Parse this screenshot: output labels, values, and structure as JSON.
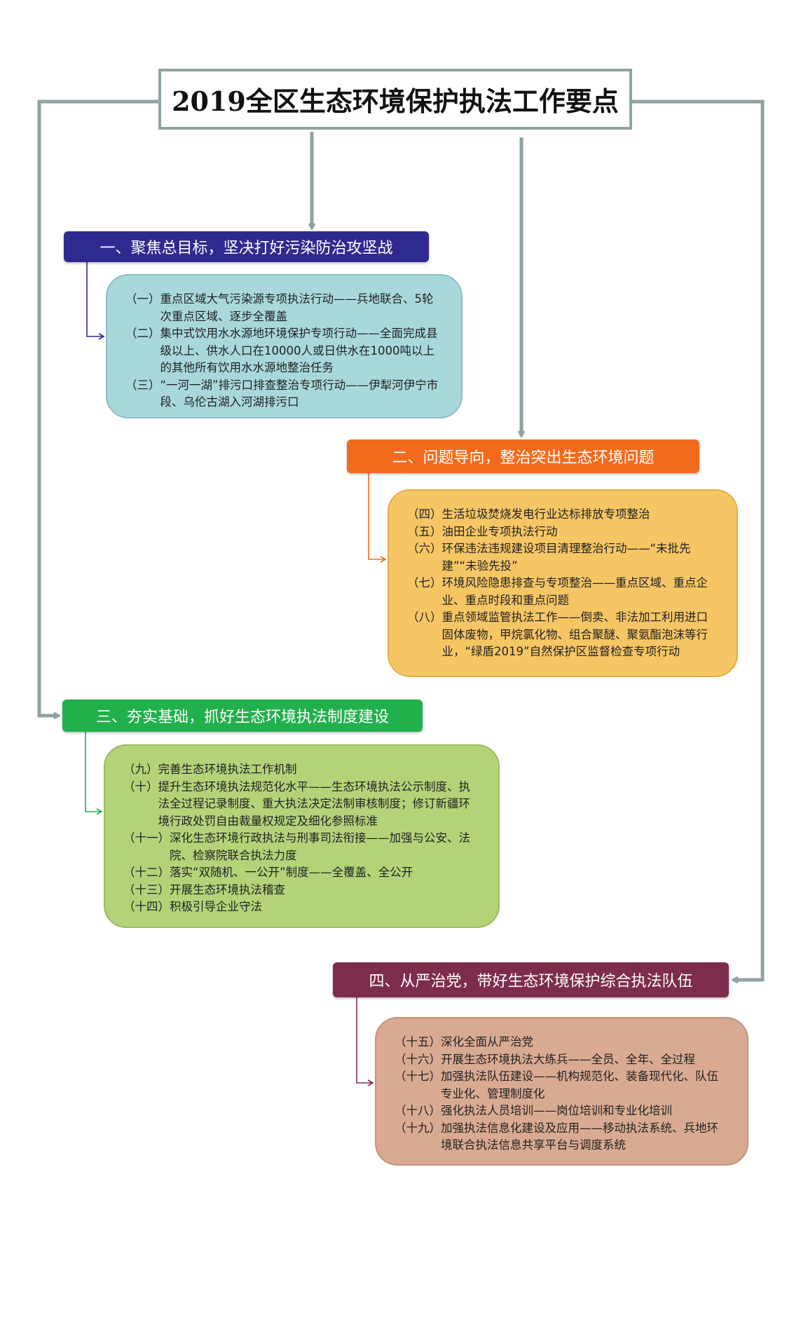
{
  "title": "2019全区生态环境保护执法工作要点",
  "colors": {
    "connector": "#8fa3a2",
    "section1": "#2e2a8f",
    "section2": "#f26b1d",
    "section3": "#22b04c",
    "section4": "#7d2d4b",
    "card1": "#a8d8dc",
    "card2": "#f6c665",
    "card3": "#b4d379",
    "card4": "#d9aa92"
  },
  "sections": [
    {
      "heading": "一、聚焦总目标，坚决打好污染防治攻坚战",
      "items": [
        {
          "num": "（一）",
          "text": "重点区域大气污染源专项执法行动——兵地联合、5轮次重点区域、逐步全覆盖"
        },
        {
          "num": "（二）",
          "text": "集中式饮用水水源地环境保护专项行动——全面完成县级以上、供水人口在10000人或日供水在1000吨以上的其他所有饮用水水源地整治任务"
        },
        {
          "num": "（三）",
          "text": "“一河一湖”排污口排查整治专项行动——伊犁河伊宁市段、乌伦古湖入河湖排污口"
        }
      ]
    },
    {
      "heading": "二、问题导向，整治突出生态环境问题",
      "items": [
        {
          "num": "（四）",
          "text": "生活垃圾焚烧发电行业达标排放专项整治"
        },
        {
          "num": "（五）",
          "text": "油田企业专项执法行动"
        },
        {
          "num": "（六）",
          "text": "环保违法违规建设项目清理整治行动——“未批先建”“未验先投”"
        },
        {
          "num": "（七）",
          "text": "环境风险隐患排查与专项整治——重点区域、重点企业、重点时段和重点问题"
        },
        {
          "num": "（八）",
          "text": "重点领域监管执法工作——倒卖、非法加工利用进口固体废物，甲烷氯化物、组合聚醚、聚氨酯泡沫等行业，“绿盾2019”自然保护区监督检查专项行动"
        }
      ]
    },
    {
      "heading": "三、夯实基础，抓好生态环境执法制度建设",
      "items": [
        {
          "num": "（九）",
          "text": "完善生态环境执法工作机制"
        },
        {
          "num": "（十）",
          "text": "提升生态环境执法规范化水平——生态环境执法公示制度、执法全过程记录制度、重大执法决定法制审核制度；修订新疆环境行政处罚自由裁量权规定及细化参照标准"
        },
        {
          "num": "（十一）",
          "text": "深化生态环境行政执法与刑事司法衔接——加强与公安、法院、检察院联合执法力度"
        },
        {
          "num": "（十二）",
          "text": "落实“双随机、一公开”制度——全覆盖、全公开"
        },
        {
          "num": "（十三）",
          "text": "开展生态环境执法稽查"
        },
        {
          "num": "（十四）",
          "text": "积极引导企业守法"
        }
      ]
    },
    {
      "heading": "四、从严治党，带好生态环境保护综合执法队伍",
      "items": [
        {
          "num": "（十五）",
          "text": "深化全面从严治党"
        },
        {
          "num": "（十六）",
          "text": "开展生态环境执法大练兵——全员、全年、全过程"
        },
        {
          "num": "（十七）",
          "text": "加强执法队伍建设——机构规范化、装备现代化、队伍专业化、管理制度化"
        },
        {
          "num": "（十八）",
          "text": "强化执法人员培训——岗位培训和专业化培训"
        },
        {
          "num": "（十九）",
          "text": "加强执法信息化建设及应用——移动执法系统、兵地环境联合执法信息共享平台与调度系统"
        }
      ]
    }
  ]
}
